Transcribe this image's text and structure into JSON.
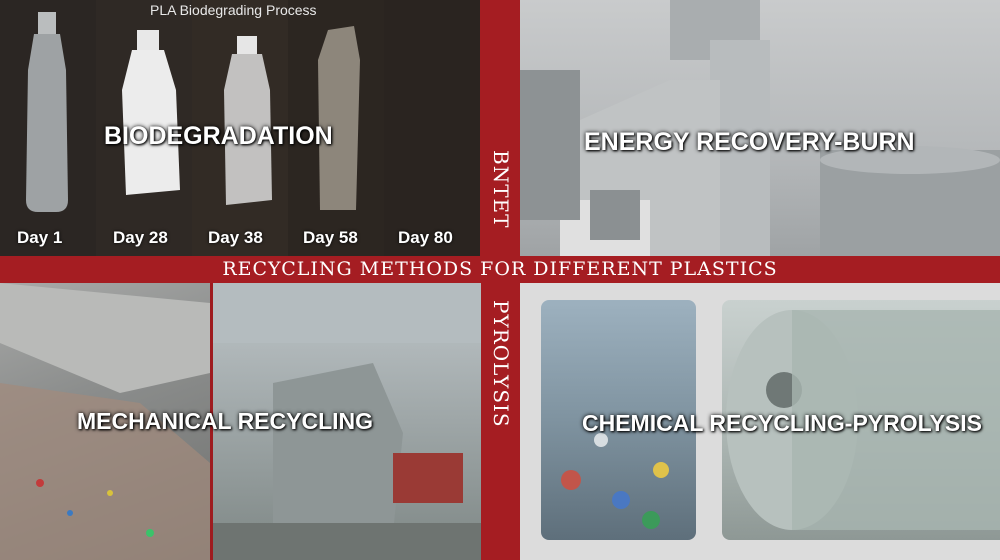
{
  "biodegradation": {
    "process_title": "PLA Biodegrading Process",
    "label": "BIODEGRADATION",
    "days": [
      "Day  1",
      "Day 28",
      "Day 38",
      "Day 58",
      "Day 80"
    ]
  },
  "energy": {
    "label": "ENERGY RECOVERY-BURN"
  },
  "banner": {
    "title": "RECYCLING METHODS FOR DIFFERENT PLASTICS"
  },
  "side": {
    "top": "BNTET",
    "bottom": "PYROLYSIS"
  },
  "mechanical": {
    "label": "MECHANICAL RECYCLING"
  },
  "chemical": {
    "label": "CHEMICAL RECYCLING-PYROLYSIS"
  }
}
